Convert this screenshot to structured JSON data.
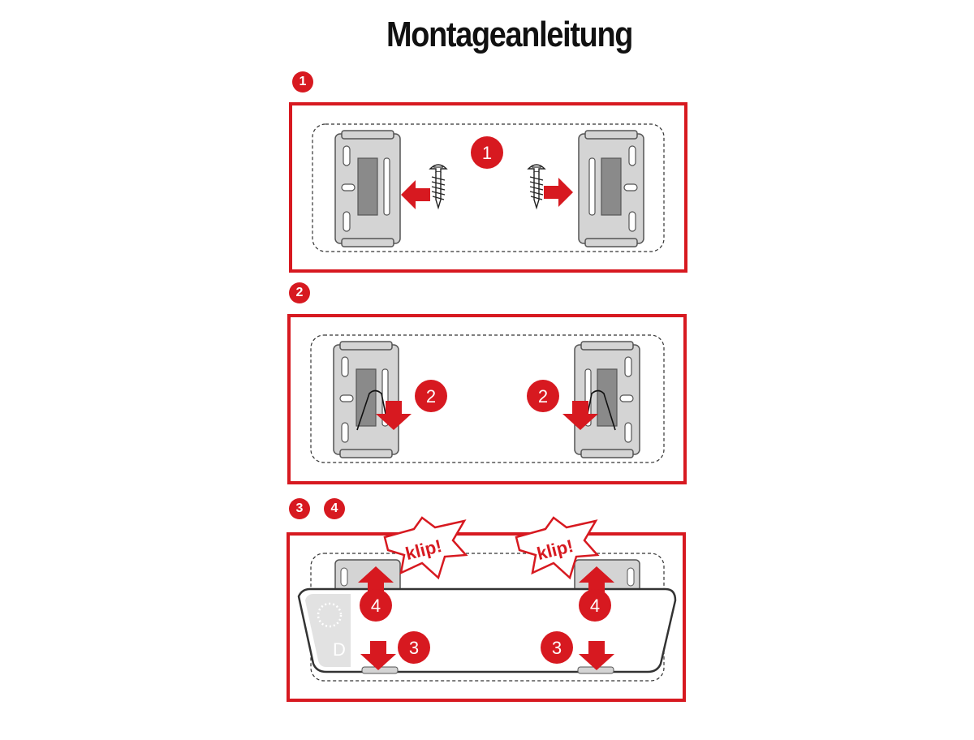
{
  "title": "Montageanleitung",
  "steps": [
    {
      "label": "1"
    },
    {
      "label": "2"
    },
    {
      "label": "3"
    },
    {
      "label": "4"
    }
  ],
  "panel1": {
    "marker": "1"
  },
  "panel2": {
    "marker_left": "2",
    "marker_right": "2"
  },
  "panel3": {
    "klip_left": "klip!",
    "klip_right": "klip!",
    "marker_4_left": "4",
    "marker_4_right": "4",
    "marker_3_left": "3",
    "marker_3_right": "3",
    "plate_letter": "D"
  },
  "colors": {
    "accent": "#d71920",
    "bracket": "#d4d4d4",
    "bracket_edge": "#555555",
    "slot": "#8a8a8a"
  }
}
